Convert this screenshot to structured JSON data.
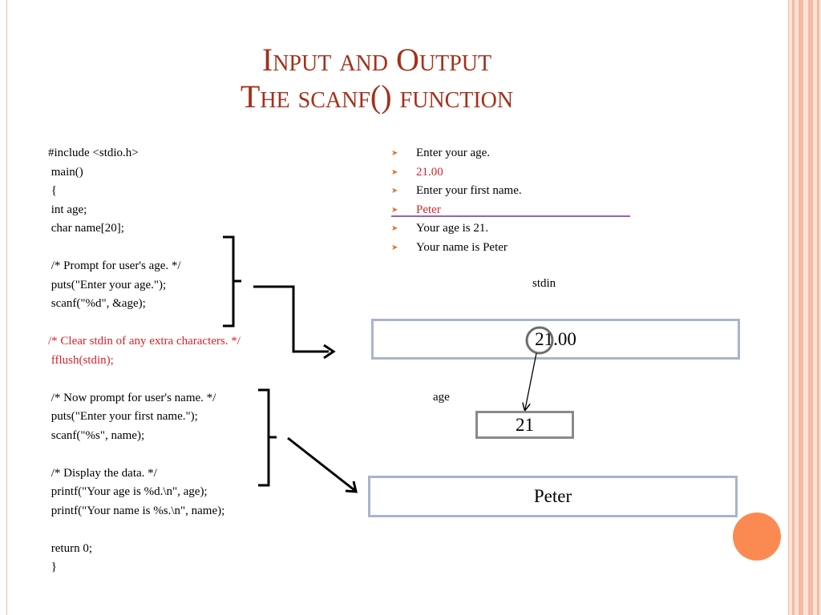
{
  "title": {
    "line1": "Input and Output",
    "line2": "The scanf() function"
  },
  "code": [
    {
      "text": "#include <stdio.h>",
      "red": false
    },
    {
      "text": " main()",
      "red": false
    },
    {
      "text": " {",
      "red": false
    },
    {
      "text": " int age;",
      "red": false
    },
    {
      "text": " char name[20];",
      "red": false
    },
    {
      "text": "",
      "red": false
    },
    {
      "text": " /* Prompt for user's age. */",
      "red": false
    },
    {
      "text": " puts(\"Enter your age.\");",
      "red": false
    },
    {
      "text": " scanf(\"%d\", &age);",
      "red": false
    },
    {
      "text": "",
      "red": false
    },
    {
      "text": "/* Clear stdin of any extra characters. */",
      "red": true
    },
    {
      "text": " fflush(stdin);",
      "red": true
    },
    {
      "text": "",
      "red": false
    },
    {
      "text": " /* Now prompt for user's name. */",
      "red": false
    },
    {
      "text": " puts(\"Enter your first name.\");",
      "red": false
    },
    {
      "text": " scanf(\"%s\", name);",
      "red": false
    },
    {
      "text": "",
      "red": false
    },
    {
      "text": " /* Display the data. */",
      "red": false
    },
    {
      "text": " printf(\"Your age is %d.\\n\", age);",
      "red": false
    },
    {
      "text": " printf(\"Your name is %s.\\n\", name);",
      "red": false
    },
    {
      "text": "",
      "red": false
    },
    {
      "text": " return 0;",
      "red": false
    },
    {
      "text": " }",
      "red": false
    }
  ],
  "output": [
    {
      "text": "Enter your age.",
      "red": false
    },
    {
      "text": "21.00",
      "red": true
    },
    {
      "text": "Enter your first name.",
      "red": false
    },
    {
      "text": "Peter",
      "red": true
    },
    {
      "text": "Your age is 21.",
      "red": false
    },
    {
      "text": "Your name is Peter",
      "red": false
    }
  ],
  "labels": {
    "stdin": "stdin",
    "age": "age"
  },
  "boxes": {
    "stdin_value": "21.00",
    "age_value": "21",
    "name_value": "Peter"
  },
  "colors": {
    "title": "#a5301a",
    "highlight": "#d8222a",
    "bullet": "#e46d2a",
    "box_border": "#a8b4cf",
    "underline": "#7030a0",
    "accent_circle": "#fb8a52"
  }
}
